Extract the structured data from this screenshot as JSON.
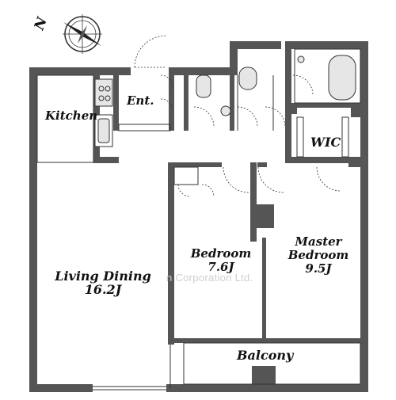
{
  "north": {
    "letter": "N"
  },
  "rooms": {
    "kitchen": "Kitchen",
    "entrance": "Ent.",
    "wic": "WIC",
    "bedroom": {
      "name": "Bedroom",
      "size": "7.6J"
    },
    "master": {
      "name_line1": "Master",
      "name_line2": "Bedroom",
      "size": "9.5J"
    },
    "living": {
      "name": "Living Dining",
      "size": "16.2J"
    },
    "balcony": "Balcony"
  },
  "watermark": "n Corporation Ltd.",
  "colors": {
    "wall": "#555555",
    "line": "#333333",
    "fixture": "#e6e6e6"
  }
}
